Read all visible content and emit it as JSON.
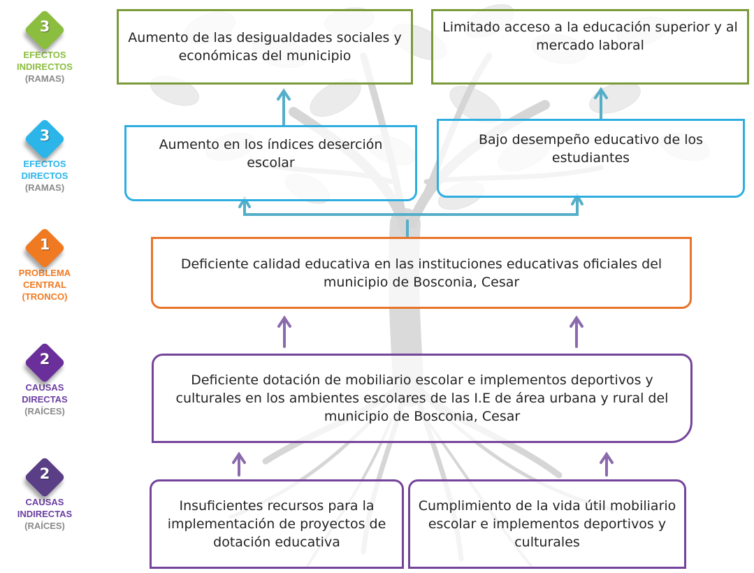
{
  "legend": [
    {
      "number": "3",
      "line1": "EFECTOS",
      "line2": "INDIRECTOS",
      "line3": "(RAMAS)",
      "color": "#8bbd3f",
      "text_color": "#8bbd3f"
    },
    {
      "number": "3",
      "line1": "EFECTOS",
      "line2": "DIRECTOS",
      "line3": "(RAMAS)",
      "color": "#2bb5e8",
      "text_color": "#2bb5e8"
    },
    {
      "number": "1",
      "line1": "PROBLEMA",
      "line2": "CENTRAL",
      "line3": "(TRONCO)",
      "color": "#f07a22",
      "text_color": "#f07a22"
    },
    {
      "number": "2",
      "line1": "CAUSAS",
      "line2": "DIRECTAS",
      "line3": "(RAÍCES)",
      "color": "#6a2f9a",
      "text_color": "#6a3ea0"
    },
    {
      "number": "2",
      "line1": "CAUSAS",
      "line2": "INDIRECTAS",
      "line3": "(RAÍCES)",
      "color": "#5a3e86",
      "text_color": "#6a3ea0"
    }
  ],
  "indirect_effects": [
    "Aumento de las desigualdades sociales y económicas del municipio",
    "Limitado acceso a la educación superior y al mercado laboral"
  ],
  "direct_effects": [
    "Aumento en los índices deserción escolar",
    "Bajo desempeño educativo de los estudiantes"
  ],
  "central_problem": "Deficiente calidad educativa en las instituciones educativas oficiales del municipio de Bosconia, Cesar",
  "direct_cause": "Deficiente dotación de mobiliario escolar e implementos deportivos y culturales en los ambientes escolares de las I.E de área urbana y rural del municipio de Bosconia, Cesar",
  "indirect_causes": [
    "Insuficientes recursos para la implementación de proyectos de dotación educativa",
    "Cumplimiento de la vida útil mobiliario escolar e implementos deportivos y culturales"
  ],
  "colors": {
    "green": "#7a9a3a",
    "blue": "#2eaee0",
    "orange": "#e8732a",
    "purple": "#74449a",
    "tree": "#8f8f8f"
  }
}
